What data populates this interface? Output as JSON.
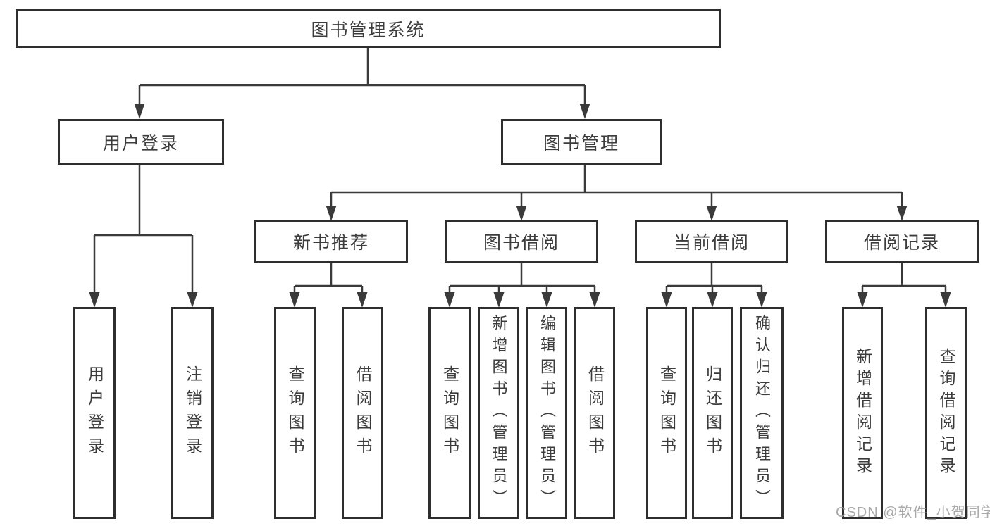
{
  "diagram": {
    "root": "图书管理系统",
    "level2": {
      "user_login": "用户登录",
      "book_mgmt": "图书管理"
    },
    "level3": {
      "new_rec": "新书推荐",
      "book_borrow": "图书借阅",
      "current_borrow": "当前借阅",
      "borrow_records": "借阅记录"
    },
    "leaves": {
      "user_login": "用户登录",
      "logout": "注销登录",
      "rec_query": "查询图书",
      "rec_borrow": "借阅图书",
      "bb_query": "查询图书",
      "bb_add": "新增图书（管理员）",
      "bb_edit": "编辑图书（管理员）",
      "bb_borrow": "借阅图书",
      "cur_query": "查询图书",
      "cur_return": "归还图书",
      "cur_confirm": "确认归还（管理员）",
      "br_add": "新增借阅记录",
      "br_query": "查询借阅记录"
    },
    "hierarchy": {
      "图书管理系统": {
        "用户登录": [
          "用户登录",
          "注销登录"
        ],
        "图书管理": {
          "新书推荐": [
            "查询图书",
            "借阅图书"
          ],
          "图书借阅": [
            "查询图书",
            "新增图书（管理员）",
            "编辑图书（管理员）",
            "借阅图书"
          ],
          "当前借阅": [
            "查询图书",
            "归还图书",
            "确认归还（管理员）"
          ],
          "借阅记录": [
            "新增借阅记录",
            "查询借阅记录"
          ]
        }
      }
    }
  },
  "watermark": "CSDN @软件_小贺同学",
  "colors": {
    "line": "#3a3a3a",
    "box_border": "#2e2e2e",
    "text": "#3c3c3c",
    "watermark": "#a0a0a0",
    "background": "#ffffff"
  }
}
